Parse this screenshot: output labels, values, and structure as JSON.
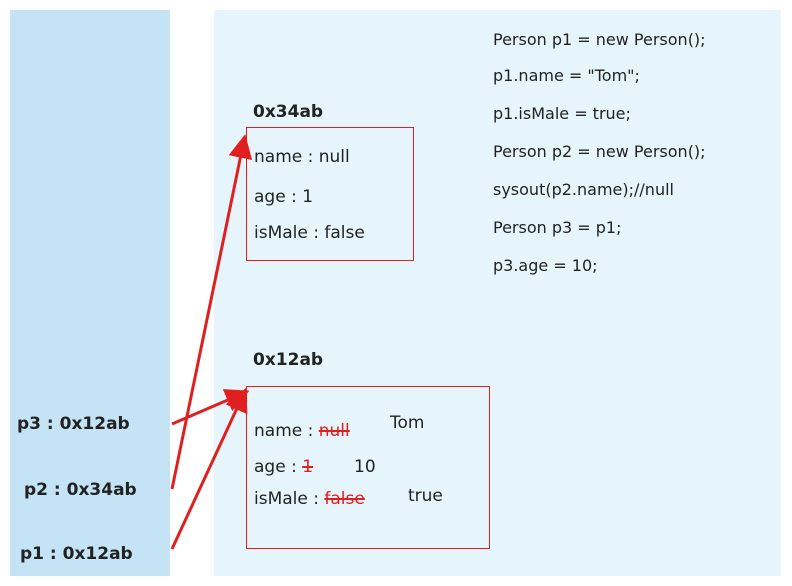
{
  "stack": {
    "vars": [
      {
        "label": "p3 : 0x12ab"
      },
      {
        "label": "p2 : 0x34ab"
      },
      {
        "label": "p1 : 0x12ab"
      }
    ]
  },
  "heap": {
    "obj_34ab": {
      "address": "0x34ab",
      "fields": [
        {
          "name": "name : ",
          "value": "null"
        },
        {
          "name": "age : ",
          "value": "1"
        },
        {
          "name": "isMale : ",
          "value": "false"
        }
      ]
    },
    "obj_12ab": {
      "address": "0x12ab",
      "fields": [
        {
          "name": "name : ",
          "old": "null",
          "new": "Tom"
        },
        {
          "name": "age : ",
          "old": "1",
          "new": "10"
        },
        {
          "name": "isMale : ",
          "old": "false",
          "new": "true"
        }
      ]
    }
  },
  "code": [
    "Person p1 = new Person();",
    "p1.name = \"Tom\";",
    "p1.isMale = true;",
    "Person p2 = new Person();",
    "sysout(p2.name);//null",
    "Person p3 = p1;",
    "p3.age = 10;"
  ],
  "colors": {
    "stack": "#c4e3f4",
    "heap": "#e6f5fc",
    "accent": "#e02020"
  }
}
